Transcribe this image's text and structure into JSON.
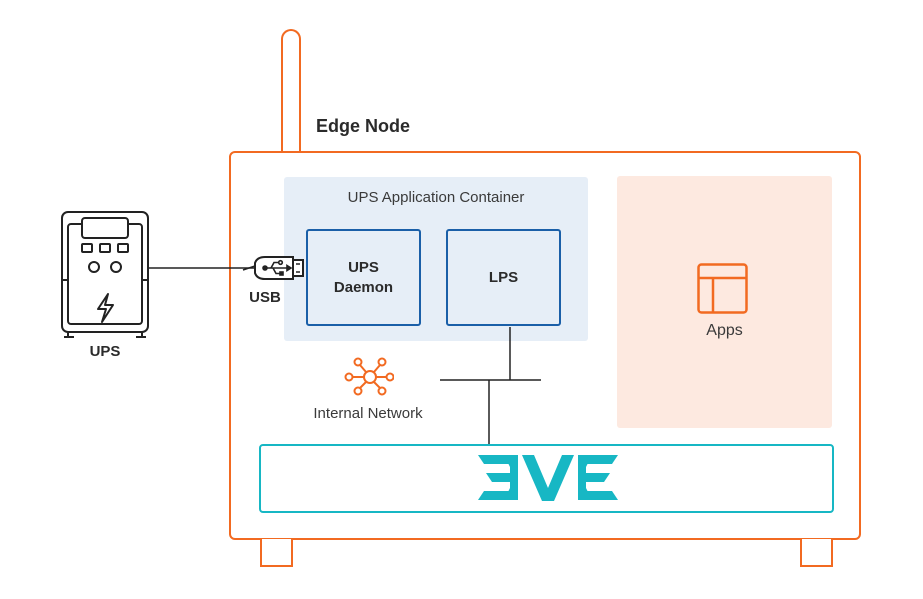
{
  "edge_node": {
    "title": "Edge Node"
  },
  "ups_container": {
    "title": "UPS Application Container",
    "daemon_label": "UPS\nDaemon",
    "lps_label": "LPS"
  },
  "apps": {
    "label": "Apps",
    "icon": "window-layout-icon"
  },
  "network": {
    "label": "Internal Network",
    "icon": "network-hub-icon"
  },
  "ups_device": {
    "label": "UPS",
    "icon": "ups-device-icon"
  },
  "usb": {
    "label": "USB",
    "icon": "usb-plug-icon"
  },
  "eve": {
    "logo": "eve-logo"
  },
  "colors": {
    "orange": "#f26a21",
    "blue": "#1a5fa8",
    "container_bg": "#e6eef7",
    "apps_bg": "#fde9e0",
    "teal": "#17b7c4",
    "text": "#2b2b2b"
  }
}
